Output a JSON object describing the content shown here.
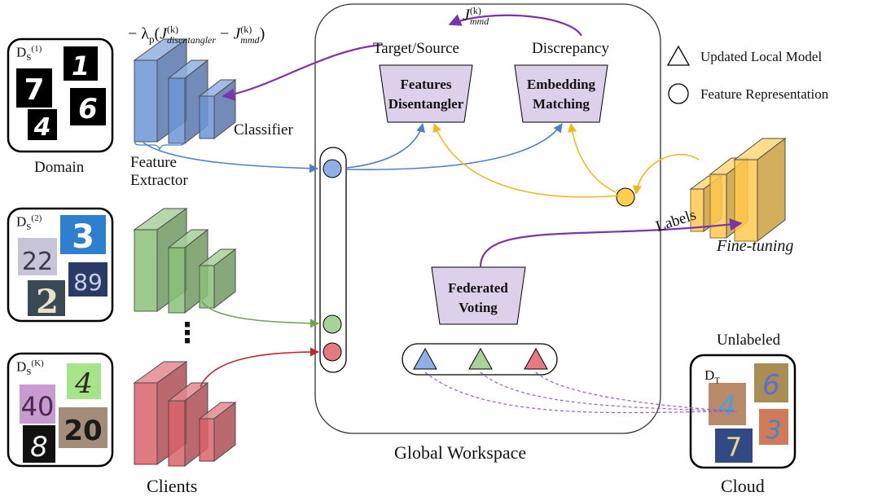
{
  "formula_top_left": "− λp(J(k)disentangler − J(k)mmd)",
  "formula_top_center": "J(k)mmd",
  "labels": {
    "target_source": "Target/Source",
    "discrepancy": "Discrepancy",
    "features_disentangler_line1": "Features",
    "features_disentangler_line2": "Disentangler",
    "embedding_matching_line1": "Embedding",
    "embedding_matching_line2": "Matching",
    "federated_voting_line1": "Federated",
    "federated_voting_line2": "Voting",
    "classifier": "Classifier",
    "feature_extractor_line1": "Feature",
    "feature_extractor_line2": "Extractor",
    "domain": "Domain",
    "labels": "Labels",
    "fine_tuning": "Fine-tuning",
    "unlabeled": "Unlabeled",
    "global_workspace": "Global Workspace",
    "clients": "Clients",
    "cloud": "Cloud",
    "ellipsis": "⋮"
  },
  "legend": {
    "updated_local_model": "Updated Local Model",
    "feature_representation": "Feature Representation"
  },
  "domains": {
    "ds1": {
      "base": "D",
      "sub": "S",
      "sup": "(1)"
    },
    "ds2": {
      "base": "D",
      "sub": "S",
      "sup": "(2)"
    },
    "dsk": {
      "base": "D",
      "sub": "S",
      "sup": "(K)"
    },
    "dt": {
      "base": "D",
      "sub": "T"
    }
  },
  "digit_glyphs": {
    "mnist": [
      "7",
      "1",
      "4",
      "6"
    ],
    "svhn": [
      "22",
      "3",
      "2",
      "89"
    ],
    "mixed": [
      "40",
      "4",
      "8",
      "20"
    ],
    "target": [
      "6",
      "4",
      "3",
      "7"
    ]
  },
  "colors": {
    "blue": "#6f95d6",
    "green": "#8cc07a",
    "red": "#d9636b",
    "yellow": "#ffc94d",
    "purple": "#7a35a8",
    "trapezoid": "#ddd0ea"
  }
}
